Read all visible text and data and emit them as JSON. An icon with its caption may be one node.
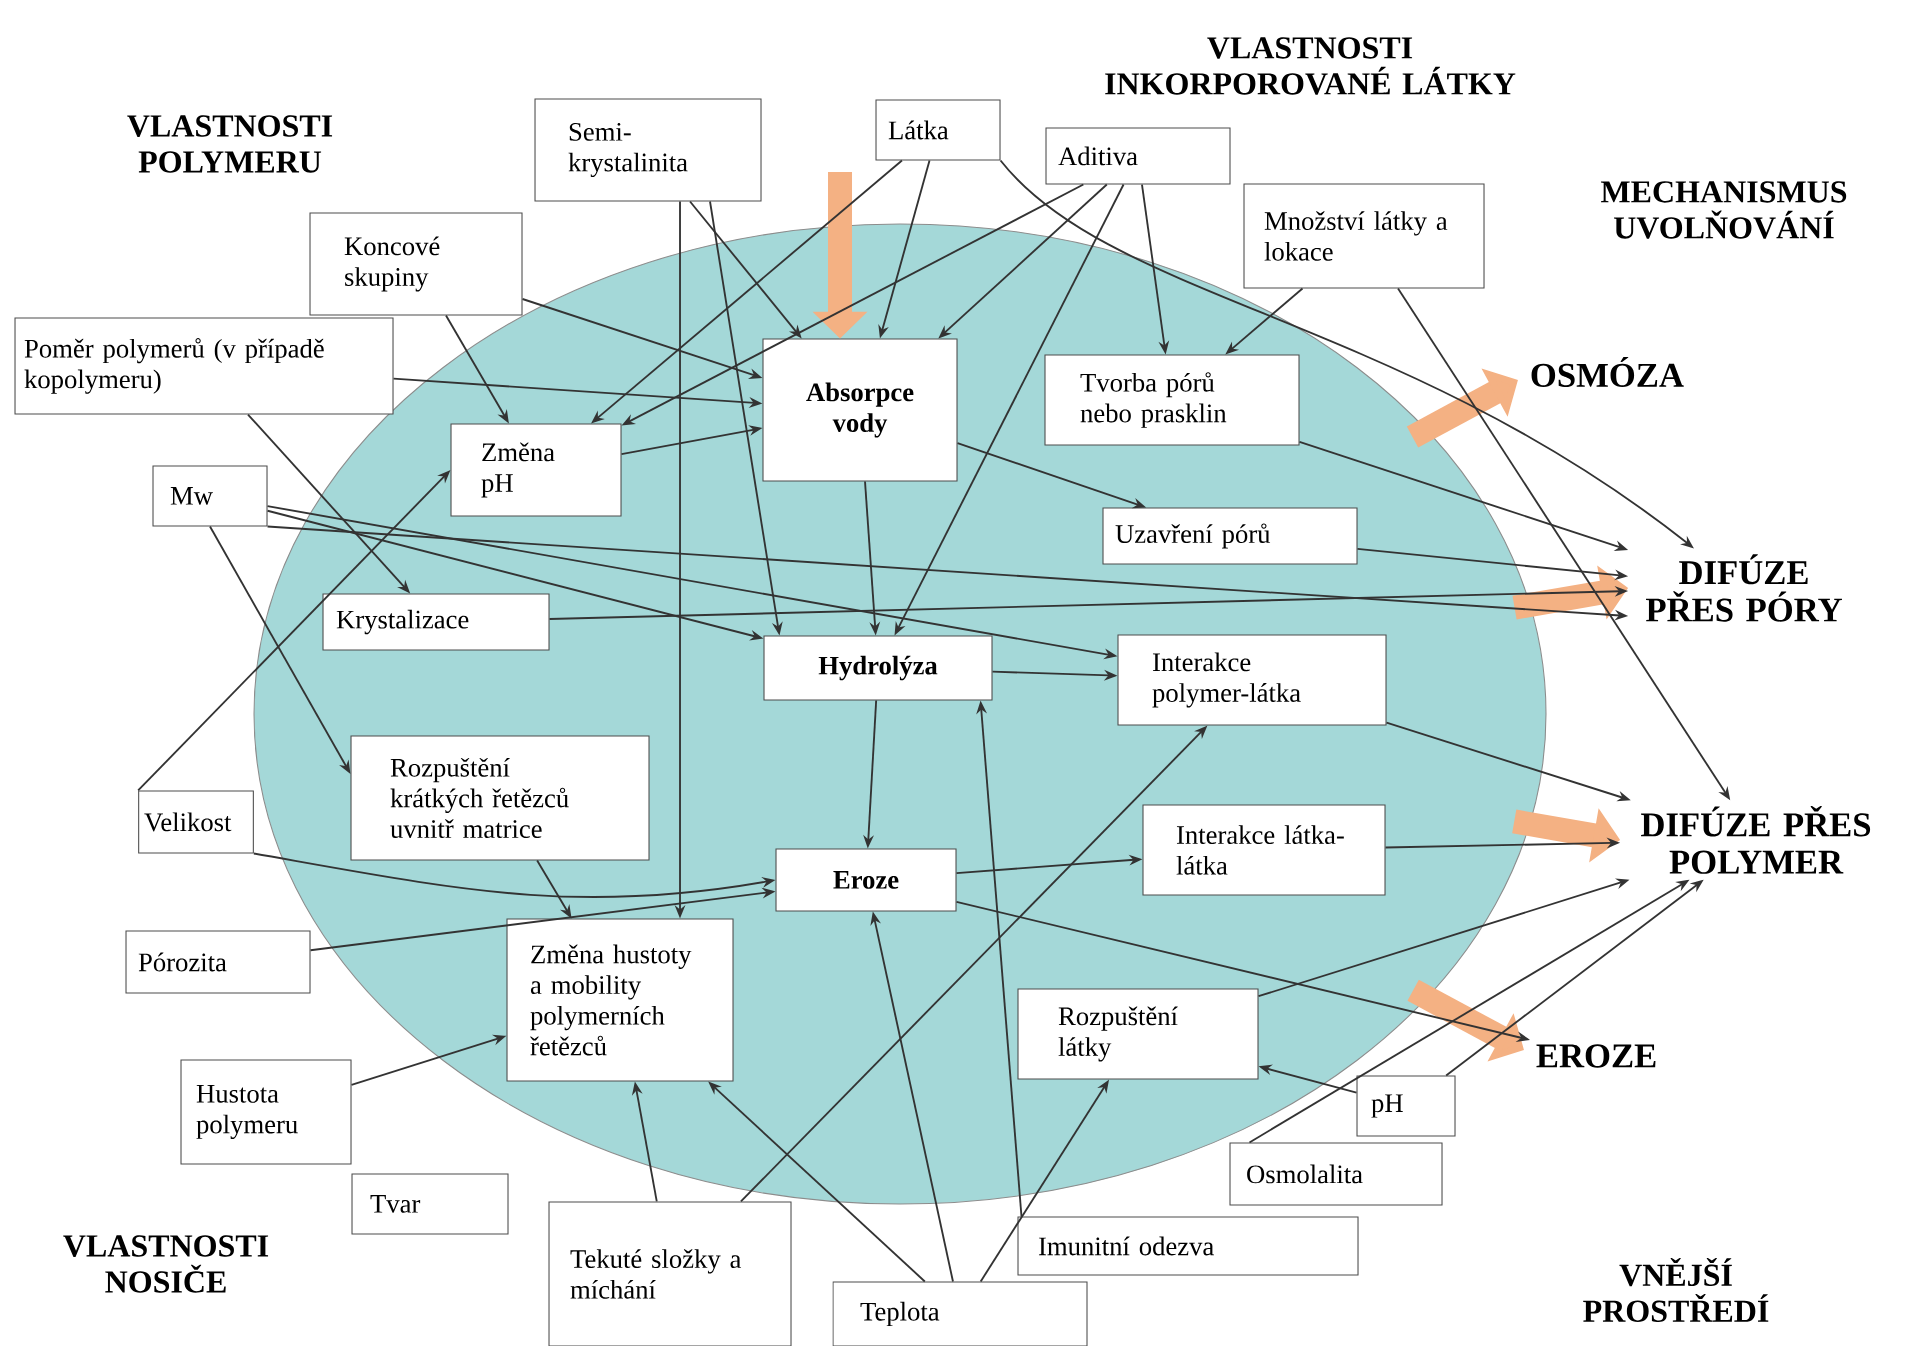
{
  "diagram": {
    "nodes": [
      {
        "text": [],
        "shape": "ellipse"
      },
      {
        "text": [
          "Semi-krystalinita"
        ]
      },
      {
        "text": [
          "Látka"
        ]
      },
      {
        "text": [
          "Aditiva"
        ]
      },
      {
        "text": [
          "Množství látky a lokace"
        ]
      },
      {
        "text": [
          "Koncové skupiny"
        ]
      },
      {
        "text": [
          "Poměr polymerů (v případě kopolymeru)"
        ]
      },
      {
        "text": [
          "Absorpce vody"
        ],
        "in": 0
      },
      {
        "text": [
          "Tvorba pórů nebo prasklin"
        ],
        "in": 0
      },
      {
        "text": [
          "Změna pH"
        ],
        "in": 0
      },
      {
        "text": [
          "Mw"
        ]
      },
      {
        "text": [
          "Uzavření pórů"
        ],
        "in": 0
      },
      {
        "text": [
          "Krystalizace"
        ],
        "in": 0
      },
      {
        "text": [
          "Hydrolýza"
        ],
        "in": 0
      },
      {
        "text": [
          "Interakce polymer-látka"
        ],
        "in": 0
      },
      {
        "text": [
          "Rozpuštění krátkých řetězců uvnitř matrice"
        ],
        "in": 0
      },
      {
        "text": [
          "Velikost"
        ]
      },
      {
        "text": [
          "Interakce látka-látka"
        ],
        "in": 0
      },
      {
        "text": [
          "Eroze"
        ],
        "in": 0
      },
      {
        "text": [
          "Pórozita"
        ]
      },
      {
        "text": [
          "Změna hustoty a mobility polymerních řetězců"
        ],
        "in": 0
      },
      {
        "text": [
          "Rozpuštění látky"
        ],
        "in": 0
      },
      {
        "text": [
          "Hustota polymeru"
        ]
      },
      {
        "text": [
          "pH"
        ]
      },
      {
        "text": [
          "Tvar"
        ]
      },
      {
        "text": [
          "Osmolalita"
        ]
      },
      {
        "text": [
          "Imunitní odezva"
        ]
      },
      {
        "text": [
          "Tekuté složky a míchání"
        ]
      },
      {
        "text": [
          "Teplota"
        ]
      },
      {
        "text": [
          "OSMÓZA"
        ]
      },
      {
        "text": [
          "DIFÚZE PŘES PÓRY"
        ]
      },
      {
        "text": [
          "DIFÚZE PŘES POLYMER"
        ]
      },
      {
        "text": [
          "EROZE"
        ]
      }
    ],
    "edges": [
      {
        "from": null,
        "to": 7,
        "arrow": "to",
        "style": "thick",
        "color": "#f4b183"
      },
      {
        "from": 0,
        "to": 29,
        "arrow": "to",
        "style": "thick",
        "color": "#f4b183"
      },
      {
        "from": 0,
        "to": 30,
        "arrow": "to",
        "style": "thick",
        "color": "#f4b183"
      },
      {
        "from": 0,
        "to": 31,
        "arrow": "to",
        "style": "thick",
        "color": "#f4b183"
      },
      {
        "from": 0,
        "to": 32,
        "arrow": "to",
        "style": "thick",
        "color": "#f4b183"
      },
      {
        "from": 1,
        "to": 7,
        "arrow": "to"
      },
      {
        "from": 1,
        "to": 20,
        "arrow": "to"
      },
      {
        "from": 1,
        "to": 13,
        "arrow": "to"
      },
      {
        "from": 2,
        "to": 9,
        "arrow": "to"
      },
      {
        "from": 2,
        "to": 7,
        "arrow": "to"
      },
      {
        "from": 2,
        "to": 30,
        "arrow": "to"
      },
      {
        "from": 3,
        "to": 8,
        "arrow": "to"
      },
      {
        "from": 3,
        "to": 9,
        "arrow": "to"
      },
      {
        "from": 3,
        "to": 7,
        "arrow": "to"
      },
      {
        "from": 3,
        "to": 13,
        "arrow": "to"
      },
      {
        "from": 4,
        "to": 8,
        "arrow": "to"
      },
      {
        "from": 4,
        "to": 31,
        "arrow": "to"
      },
      {
        "from": 5,
        "to": 9,
        "arrow": "to"
      },
      {
        "from": 5,
        "to": 7,
        "arrow": "to"
      },
      {
        "from": 6,
        "to": 7,
        "arrow": "to"
      },
      {
        "from": 6,
        "to": 12,
        "arrow": "to"
      },
      {
        "from": 10,
        "to": 13,
        "arrow": "to"
      },
      {
        "from": 10,
        "to": 15,
        "arrow": "to"
      },
      {
        "from": 10,
        "to": 14,
        "arrow": "to"
      },
      {
        "from": 10,
        "to": 30,
        "arrow": "to"
      },
      {
        "from": 16,
        "to": 9,
        "arrow": "to"
      },
      {
        "from": 16,
        "to": 18,
        "arrow": "to"
      },
      {
        "from": 19,
        "to": 18,
        "arrow": "to"
      },
      {
        "from": 22,
        "to": 20,
        "arrow": "to"
      },
      {
        "from": 27,
        "to": 20,
        "arrow": "to"
      },
      {
        "from": 27,
        "to": 14,
        "arrow": "to"
      },
      {
        "from": 28,
        "to": 18,
        "arrow": "to"
      },
      {
        "from": 28,
        "to": 21,
        "arrow": "to"
      },
      {
        "from": 28,
        "to": 20,
        "arrow": "to"
      },
      {
        "from": 23,
        "to": 21,
        "arrow": "to"
      },
      {
        "from": 26,
        "to": 13,
        "arrow": "to"
      },
      {
        "from": 7,
        "to": 11,
        "arrow": "to"
      },
      {
        "from": 7,
        "to": 13,
        "arrow": "to"
      },
      {
        "from": 13,
        "to": 18,
        "arrow": "to"
      },
      {
        "from": 13,
        "to": 14,
        "arrow": "to"
      },
      {
        "from": 18,
        "to": 17,
        "arrow": "to"
      },
      {
        "from": 8,
        "to": 30,
        "arrow": "to"
      },
      {
        "from": 11,
        "to": 30,
        "arrow": "to"
      },
      {
        "from": 14,
        "to": 31,
        "arrow": "to"
      },
      {
        "from": 17,
        "to": 31,
        "arrow": "to"
      },
      {
        "from": 18,
        "to": 32,
        "arrow": "to"
      },
      {
        "from": 21,
        "to": 31,
        "arrow": "to"
      },
      {
        "from": 25,
        "to": 31,
        "arrow": "to"
      },
      {
        "from": 23,
        "to": 31,
        "arrow": "to"
      },
      {
        "from": 15,
        "to": 20,
        "arrow": "to"
      },
      {
        "from": 12,
        "to": 30,
        "arrow": "to"
      },
      {
        "from": 9,
        "to": 7,
        "arrow": "to"
      }
    ],
    "labels": [
      "VLASTNOSTI POLYMERU",
      "VLASTNOSTI INKORPOROVANÉ LÁTKY",
      "MECHANISMUS UVOLŇOVÁNÍ",
      "VLASTNOSTI NOSIČE",
      "VNĚJŠÍ PROSTŘEDÍ"
    ]
  }
}
